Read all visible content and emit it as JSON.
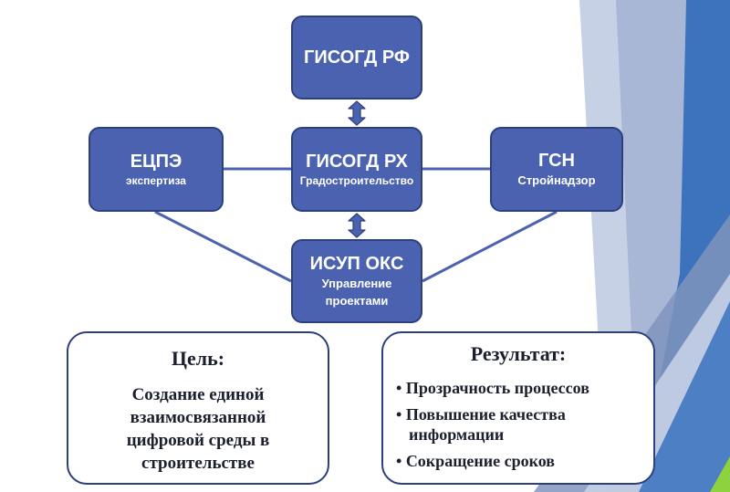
{
  "nodes": {
    "gisogd_rf": {
      "title": "ГИСОГД РФ"
    },
    "gisogd_rh": {
      "title": "ГИСОГД РХ",
      "subtitle": "Градостроительство"
    },
    "ecpe": {
      "title": "ЕЦПЭ",
      "subtitle": "экспертиза"
    },
    "gsn": {
      "title": "ГСН",
      "subtitle": "Стройнадзор"
    },
    "isup": {
      "title": "ИСУП ОКС",
      "subtitle_line1": "Управление",
      "subtitle_line2": "проектами"
    }
  },
  "goal": {
    "heading": "Цель:",
    "line1": "Создание единой",
    "line2": "взаимосвязанной",
    "line3": "цифровой среды в",
    "line4": "строительстве"
  },
  "result": {
    "heading": "Результат:",
    "items": [
      {
        "text": "Прозрачность процессов"
      },
      {
        "text": "Повышение качества информации"
      },
      {
        "text": "Сокращение сроков"
      }
    ]
  },
  "bullet": "•",
  "colors": {
    "node_fill": "#4a62b0",
    "node_border": "#2d3f7c",
    "connector": "#4a62b0",
    "decor_light": "#a9b7d6",
    "decor_dark": "#3d73bd",
    "decor_green": "#8ed33f"
  }
}
